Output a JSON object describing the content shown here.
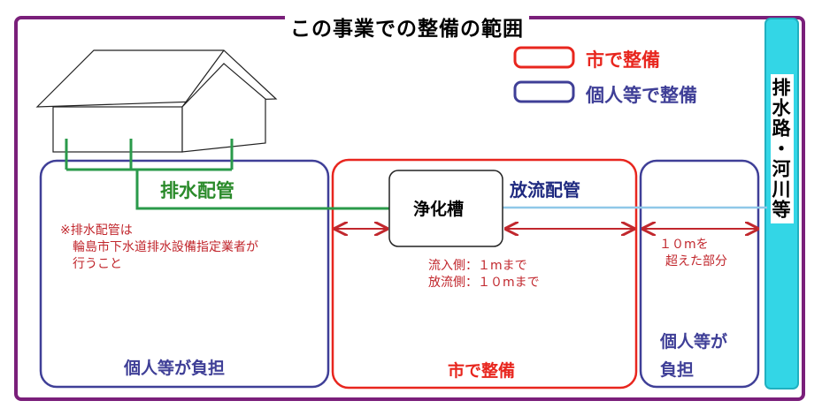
{
  "title": "この事業での整備の範囲",
  "legend": {
    "city": "市で整備",
    "individual": "個人等で整備"
  },
  "river_label": "排水路・河川等",
  "house_pipe_label": "排水配管",
  "tank_label": "浄化槽",
  "discharge_pipe_label": "放流配管",
  "note": {
    "line1": "※排水配管は",
    "line2": "輪島市下水道排水設備指定業者が",
    "line3": "行うこと"
  },
  "distance": {
    "inflow": "流入側：１mまで",
    "outflow": "放流側：１０mまで"
  },
  "beyond": {
    "line1": "１０mを",
    "line2": "超えた部分"
  },
  "box_labels": {
    "left": "個人等が負担",
    "center": "市で整備",
    "right_line1": "個人等が",
    "right_line2": "負担"
  },
  "colors": {
    "frame": "#7a1f7a",
    "city": "#e8261e",
    "individual": "#3f3f97",
    "pipe_house": "#2a9a4a",
    "pipe_discharge": "#8fc8e8",
    "arrow": "#c1272d",
    "river": "#33d6e6"
  }
}
